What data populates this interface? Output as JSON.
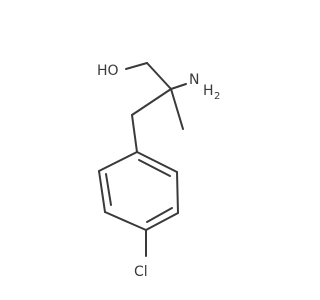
{
  "molecule": {
    "labels": {
      "hydroxyl": "HO",
      "amine_n": "N",
      "amine_h2": "H",
      "amine_sub": "2",
      "chlorine": "Cl"
    },
    "colors": {
      "bond": "#3a3a3a",
      "label": "#3a3a3a",
      "background": "#ffffff"
    }
  }
}
